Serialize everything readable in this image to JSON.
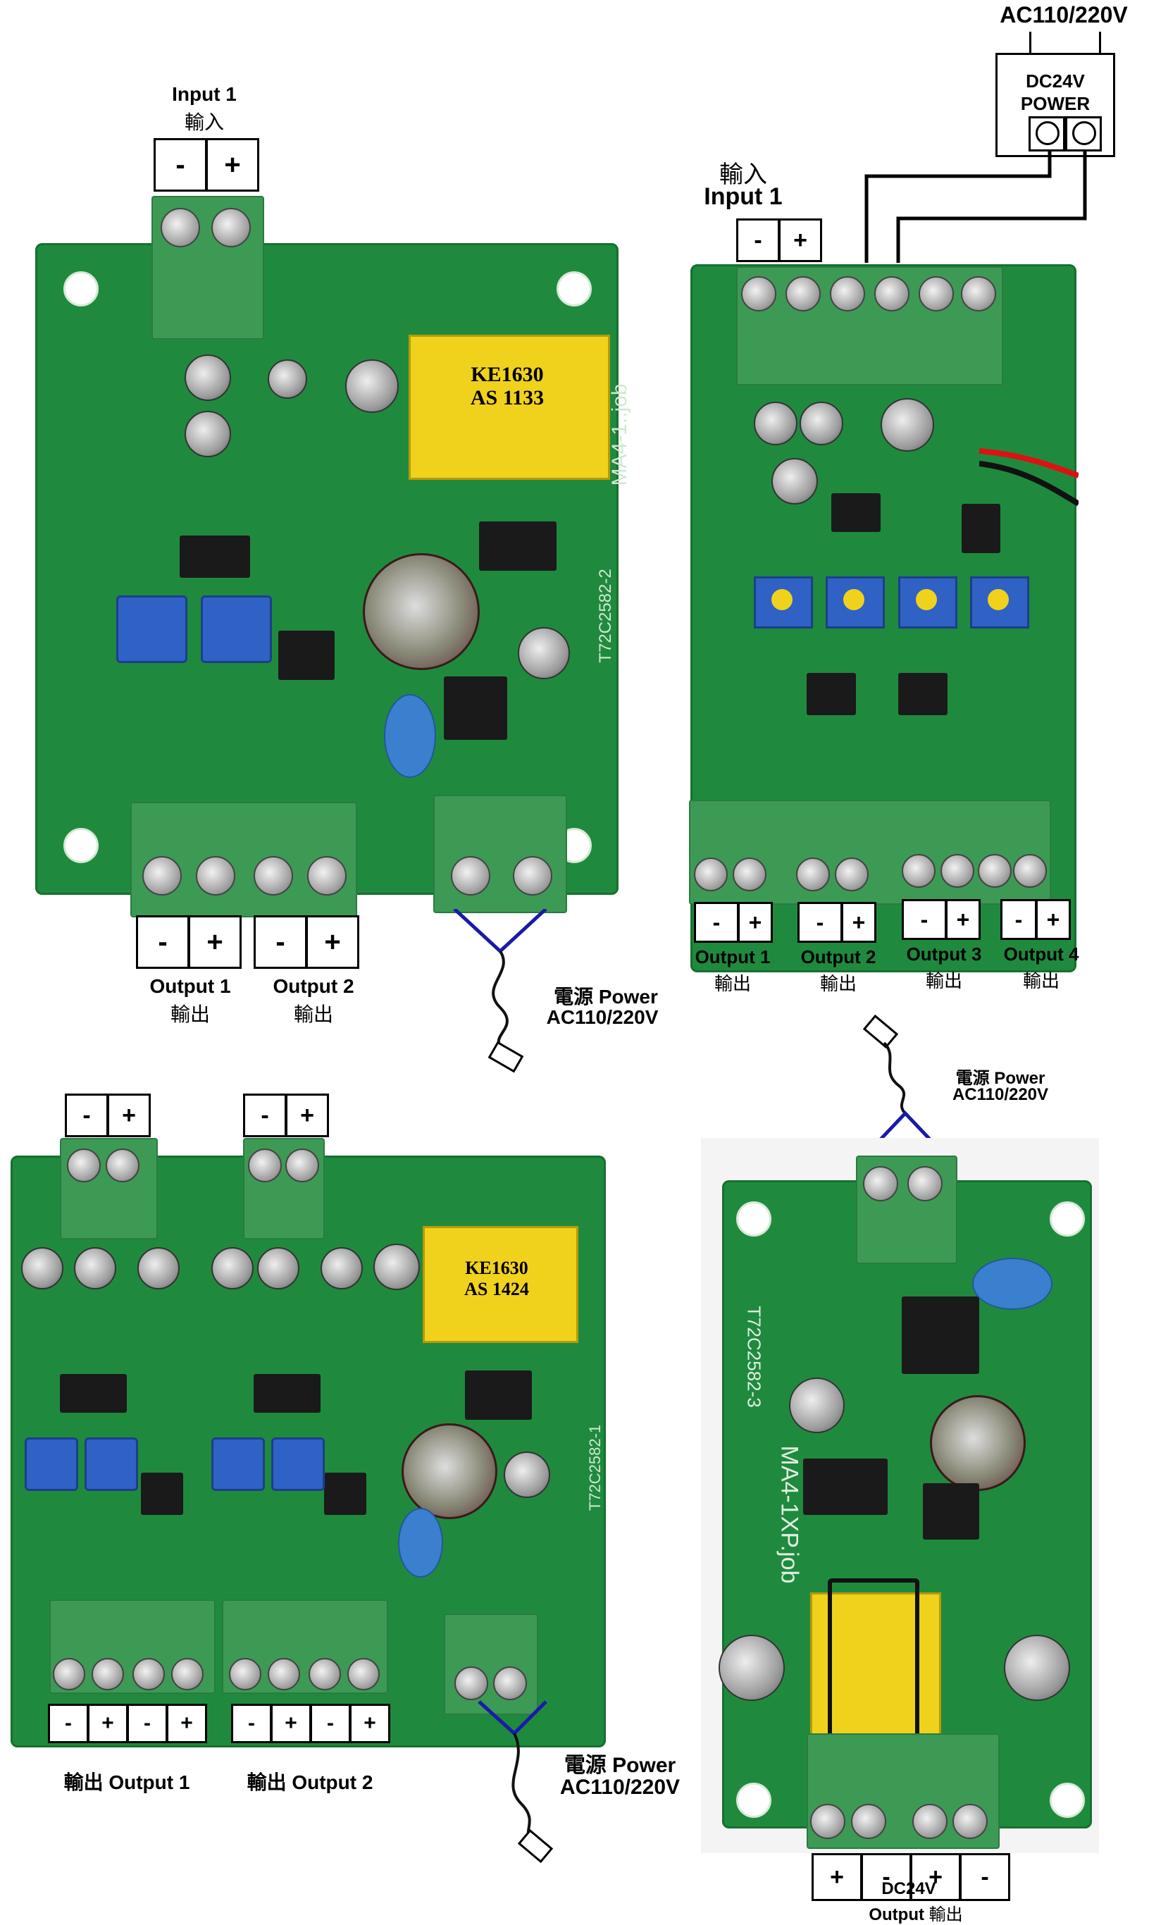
{
  "colors": {
    "pcb_green": "#1f8a3e",
    "terminal_green": "#3c9a55",
    "wire_blue": "#1a1aa8",
    "trimmer_blue": "#2f62c4",
    "trimmer_yellow": "#f0d21c"
  },
  "board1": {
    "input_title": "Input 1",
    "input_sub": "輸入",
    "minus": "-",
    "plus": "+",
    "output1_title": "Output 1",
    "output1_sub": "輸出",
    "output2_title": "Output 2",
    "output2_sub": "輸出",
    "power_label": "電源 Power",
    "power_value": "AC110/220V",
    "transformer_line1": "KE1630",
    "transformer_line2": "AS 1133",
    "board_id": "T72C2582-2",
    "board_name": "MA4-1..job"
  },
  "board2": {
    "ac_label": "AC110/220V",
    "dc_label": "DC24V",
    "power_label": "POWER",
    "input_sub": "輸入",
    "input_title": "Input 1",
    "minus": "-",
    "plus": "+",
    "outputs": [
      {
        "title": "Output 1",
        "sub": "輸出"
      },
      {
        "title": "Output 2",
        "sub": "輸出"
      },
      {
        "title": "Output 3",
        "sub": "輸出"
      },
      {
        "title": "Output 4",
        "sub": "輸出"
      }
    ],
    "power_label2": "電源 Power",
    "power_value": "AC110/220V"
  },
  "board3": {
    "output1": "輸出 Output 1",
    "output2": "輸出 Output 2",
    "minus": "-",
    "plus": "+",
    "power_label": "電源 Power",
    "power_value": "AC110/220V",
    "transformer_line1": "KE1630",
    "transformer_line2": "AS 1424",
    "board_id": "T72C2582-1"
  },
  "board4": {
    "board_id": "T72C2582-3",
    "board_name": "MA4-1XP.job",
    "plus": "+",
    "minus": "-",
    "dc_label": "DC24V",
    "output_label": "Output",
    "output_sub": "輸出"
  }
}
